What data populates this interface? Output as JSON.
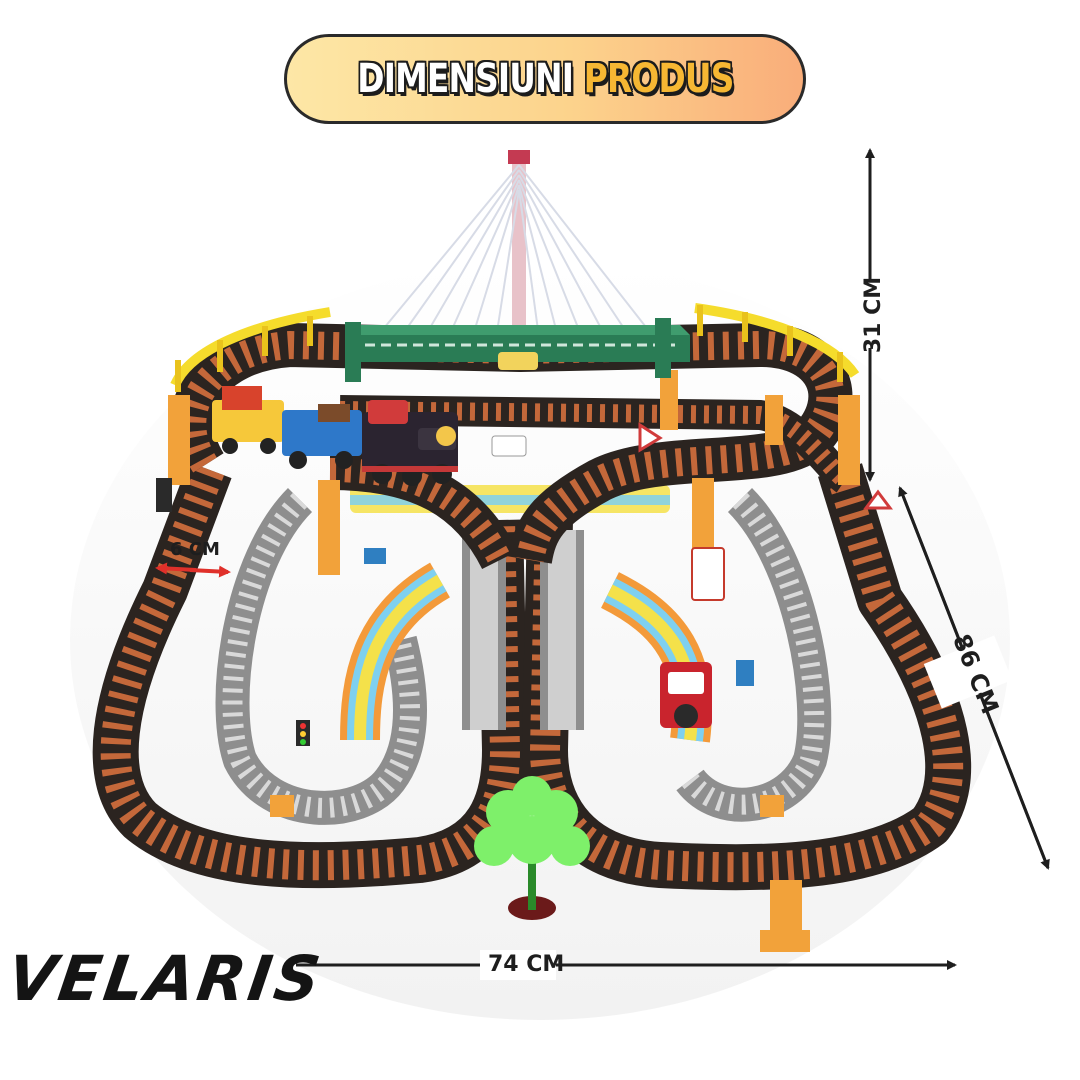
{
  "title": {
    "part1": "DIMENSIUNI",
    "part2": "PRODUS",
    "part1_color": "#ffffff",
    "part2_color": "#f6b733",
    "pill_gradient": [
      "#fde7a6",
      "#f9ad7a"
    ]
  },
  "dimensions": {
    "height": "31 CM",
    "depth": "86 CM",
    "width": "74 CM",
    "track_width": "6 CM"
  },
  "brand": "VELARIS",
  "colors": {
    "track_outer": "#2b2420",
    "track_tie": "#c4683a",
    "track_inner": "#8e8e8e",
    "bridge": "#2a7c55",
    "support": "#f2a23a",
    "flex_track": [
      "#f4e14a",
      "#7ed0f0",
      "#f39a3a"
    ],
    "tree": "#7ef06a",
    "arrow_dark": "#1e1e1e",
    "arrow_red": "#e0302a"
  }
}
